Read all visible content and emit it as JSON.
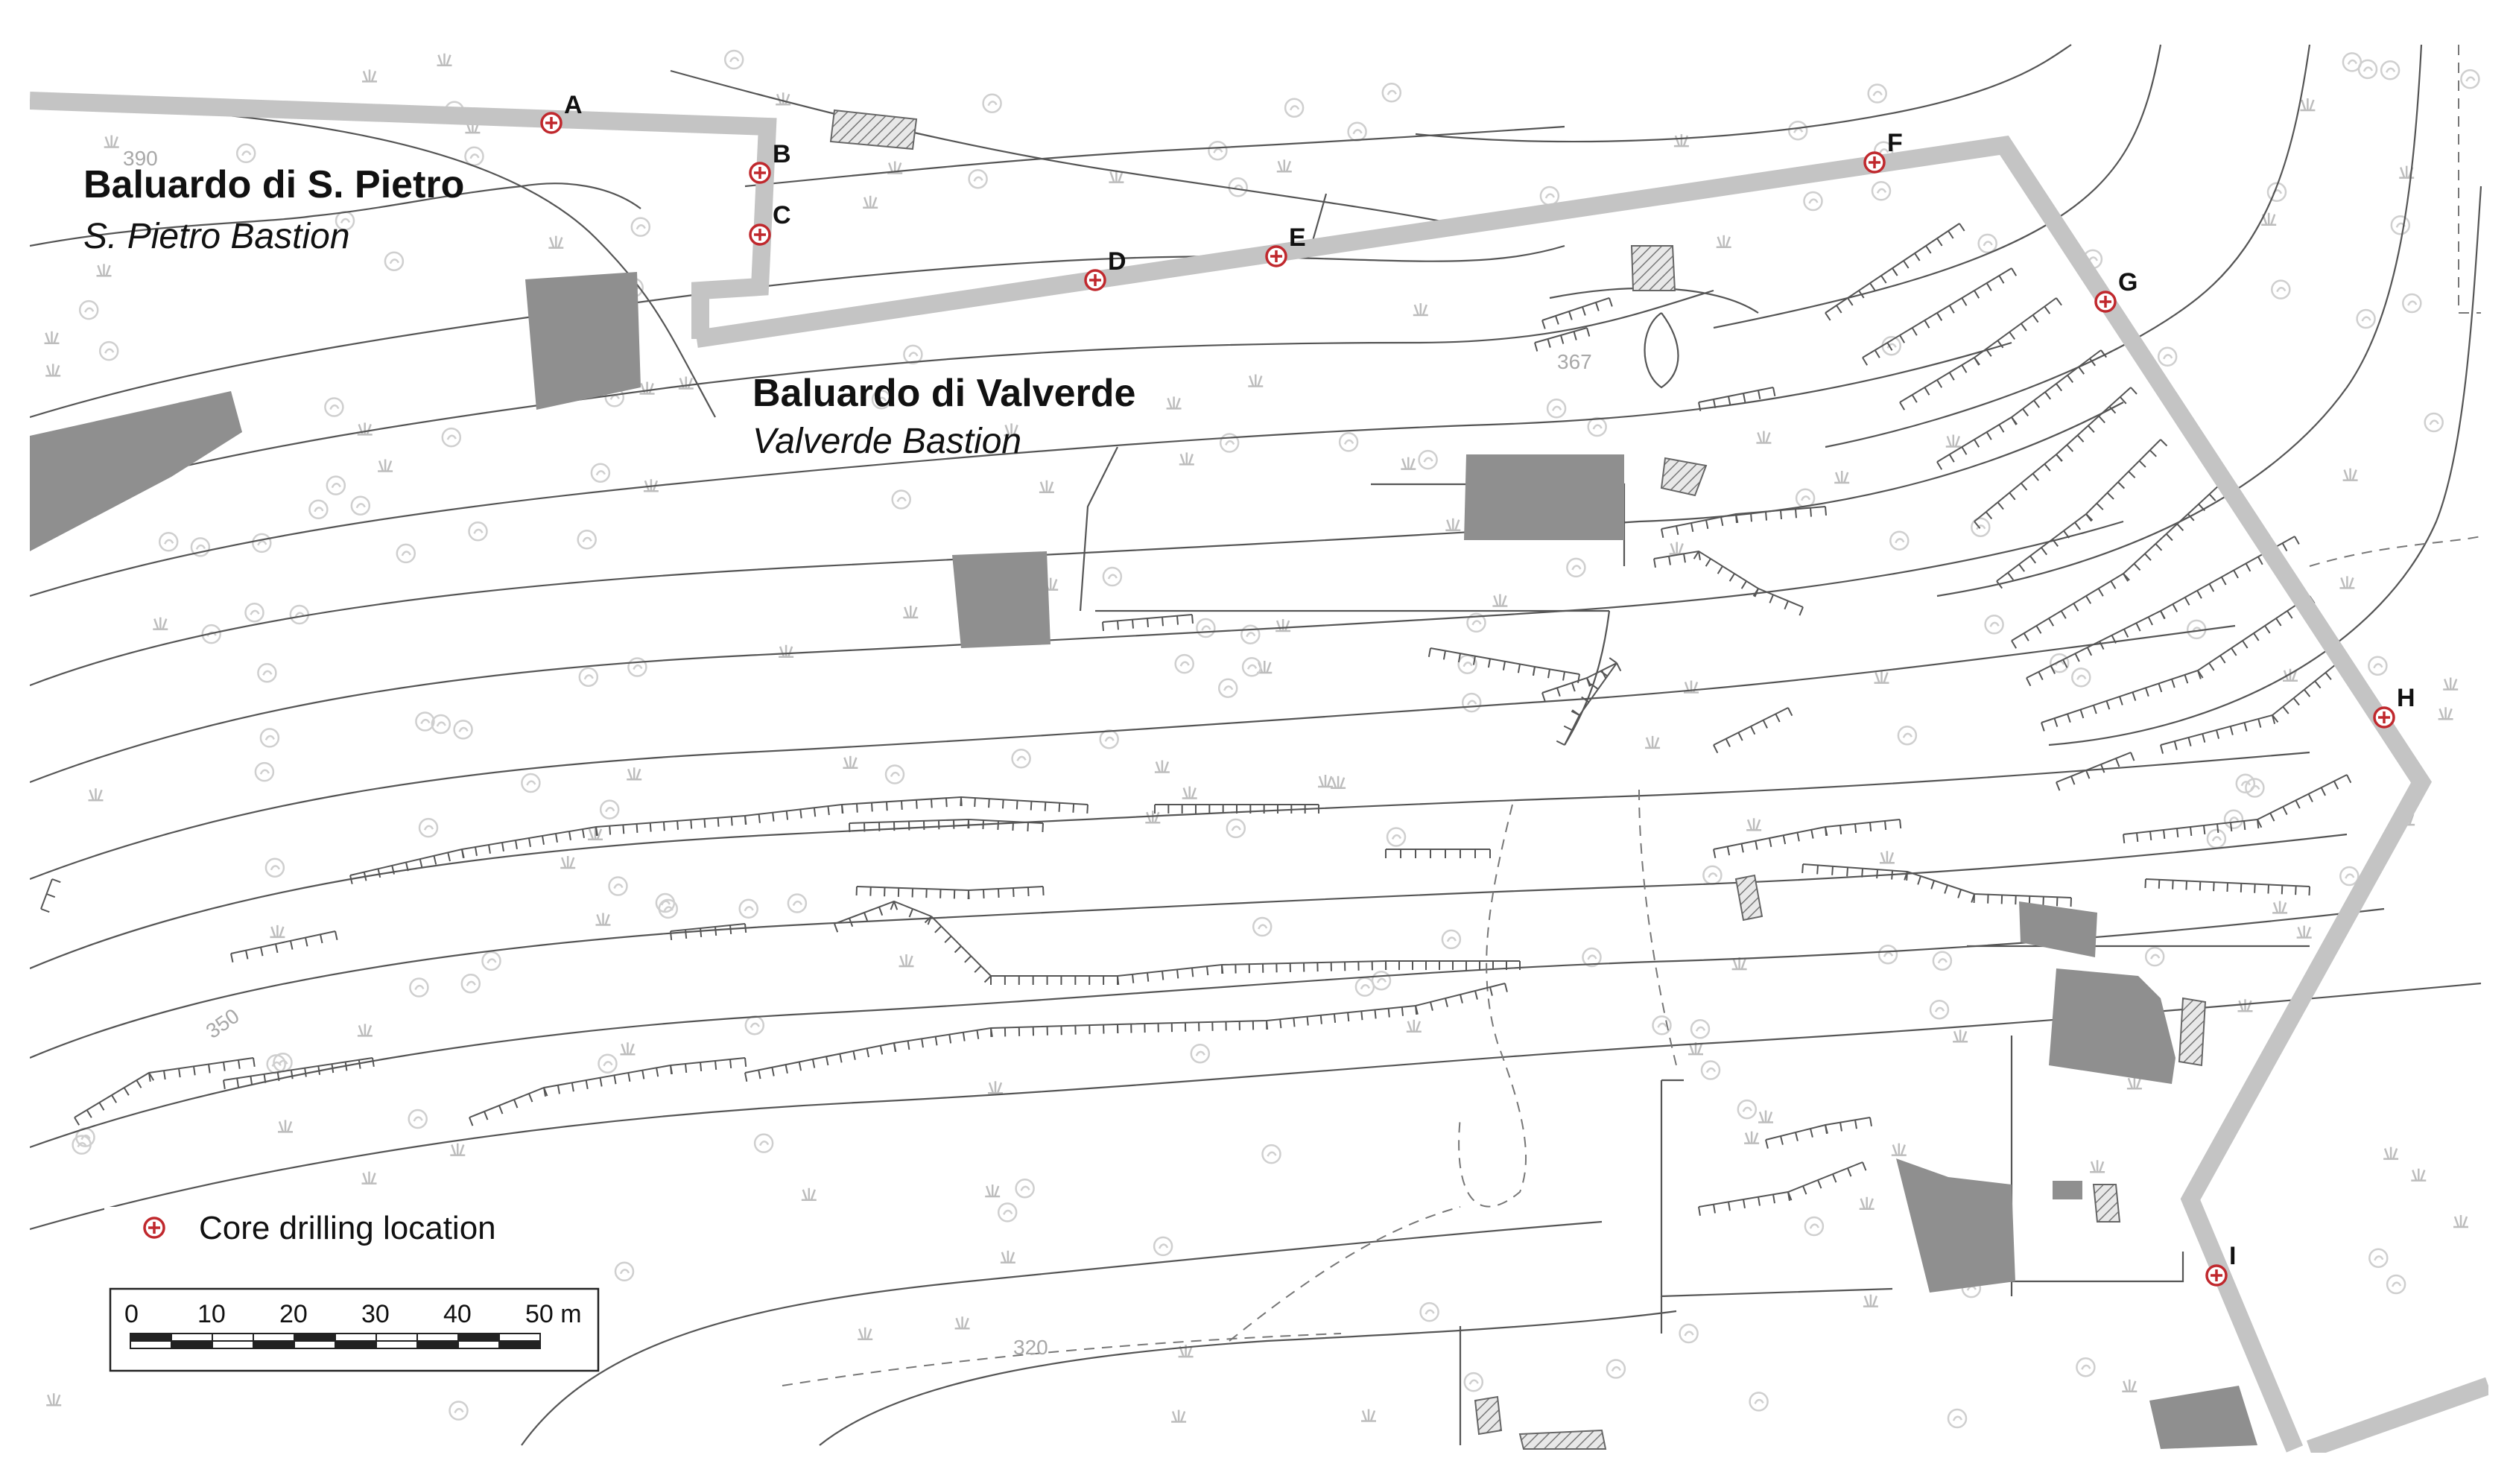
{
  "map": {
    "bastions": {
      "san_pietro": {
        "name": "Baluardo di S. Pietro",
        "subtitle": "S. Pietro Bastion"
      },
      "valverde": {
        "name": "Baluardo di Valverde",
        "subtitle": "Valverde Bastion"
      }
    },
    "elevation_labels": [
      "390",
      "367",
      "350",
      "320"
    ],
    "drill_points": [
      {
        "label": "A"
      },
      {
        "label": "B"
      },
      {
        "label": "C"
      },
      {
        "label": "D"
      },
      {
        "label": "E"
      },
      {
        "label": "F"
      },
      {
        "label": "G"
      },
      {
        "label": "H"
      },
      {
        "label": "I"
      }
    ],
    "colors": {
      "marker": "#c0282d",
      "wall": "#c4c4c4",
      "building": "#8f8f8f",
      "contour": "#555555"
    }
  },
  "legend": {
    "marker_label": "Core drilling location"
  },
  "scale_bar": {
    "ticks": [
      "0",
      "10",
      "20",
      "30",
      "40",
      "50 m"
    ]
  }
}
